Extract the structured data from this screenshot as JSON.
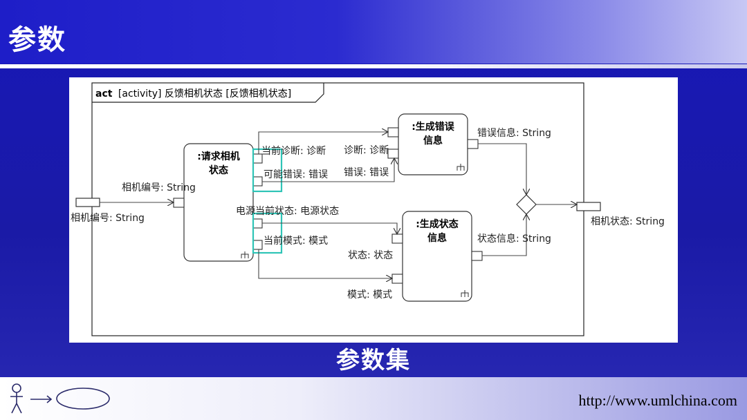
{
  "slide_title": "参数",
  "caption": "参数集",
  "footer_url": "http://www.umlchina.com",
  "colors": {
    "background": "#1a1aa6",
    "parameter_set_highlight": "#2ec4b6",
    "diagram_line": "#333333"
  },
  "diagram": {
    "frame_header": {
      "keyword": "act",
      "label": "[activity] 反馈相机状态 [反馈相机状态]"
    },
    "actions": {
      "request_camera_status": {
        "line1": ":请求相机",
        "line2": "状态"
      },
      "generate_error_info": {
        "line1": ":生成错误",
        "line2": "信息"
      },
      "generate_status_info": {
        "line1": ":生成状态",
        "line2": "信息"
      }
    },
    "activity_params": {
      "input": "相机编号: String",
      "output": "相机状态: String"
    },
    "pins": {
      "request_in": "相机编号: String",
      "request_out_diag": "当前诊断: 诊断",
      "request_out_error": "可能错误: 错误",
      "request_out_power": "电源当前状态: 电源状态",
      "request_out_mode": "当前模式: 模式",
      "error_in_diag": "诊断: 诊断",
      "error_in_error": "错误: 错误",
      "error_out": "错误信息: String",
      "status_in_status": "状态: 状态",
      "status_in_mode": "模式: 模式",
      "status_out": "状态信息: String"
    },
    "icons": [
      "rake-icon",
      "decision-merge-node",
      "actor-icon",
      "use-case-ellipse-icon"
    ]
  }
}
